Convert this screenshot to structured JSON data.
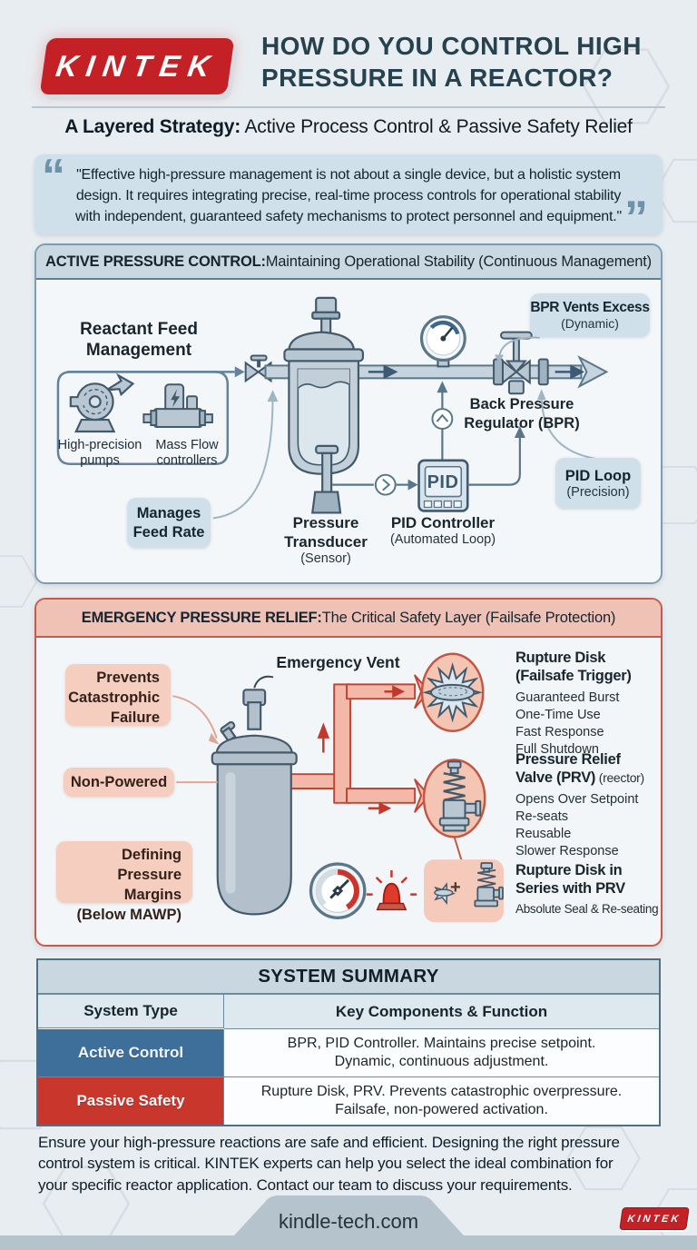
{
  "colors": {
    "brand_red": "#c42127",
    "heading": "#27424f",
    "chip_blue": "#cfe0ea",
    "chip_salmon": "#f6cec0",
    "active_row_blue": "#3e6f9b",
    "passive_row_red": "#c8362c",
    "active_panel_border": "#7e9cb2",
    "safety_panel_border": "#c75b4a"
  },
  "header": {
    "logo_text": "KINTEK",
    "title": "HOW DO YOU CONTROL HIGH\nPRESSURE IN A REACTOR?",
    "subtitle_bold": "A Layered Strategy:",
    "subtitle_rest": " Active Process Control & Passive Safety Relief"
  },
  "quote": {
    "open_mark": "“",
    "close_mark": "”",
    "text": "\"Effective high-pressure management is not about a single device, but a holistic system\ndesign. It requires integrating precise, real-time process controls for operational stability\nwith independent, guaranteed safety mechanisms to protect personnel and equipment.\""
  },
  "active": {
    "header_bold": "ACTIVE PRESSURE CONTROL:",
    "header_rest": " Maintaining Operational Stability (Continuous Management)",
    "reactant_feed": "Reactant Feed\nManagement",
    "pumps_label": "High-precision\npumps",
    "mfc_label": "Mass Flow\ncontrollers",
    "manages_chip": "Manages\nFeed Rate",
    "bpr_vents_chip_title": "BPR Vents Excess",
    "bpr_vents_chip_sub": "(Dynamic)",
    "back_pressure_label": "Back Pressure\nRegulator (BPR)",
    "pid_loop_chip_title": "PID Loop",
    "pid_loop_chip_sub": "(Precision)",
    "pid_screen": "PID",
    "transducer_title": "Pressure\nTransducer",
    "transducer_sub": "(Sensor)",
    "pid_controller_title": "PID Controller",
    "pid_controller_sub": "(Automated Loop)"
  },
  "safety": {
    "header_bold": "EMERGENCY PRESSURE RELIEF:",
    "header_rest": " The Critical Safety Layer (Failsafe Protection)",
    "prevents_chip": "Prevents\nCatastrophic\nFailure",
    "non_powered_chip": "Non-Powered",
    "margins_chip": "Defining Pressure\nMargins\n(Below MAWP)",
    "emergency_vent": "Emergency Vent",
    "rupture_title": "Rupture Disk\n(Failsafe Trigger)",
    "rupture_items": [
      "Guaranteed Burst",
      "One-Time Use",
      "Fast Response",
      "Full Shutdown"
    ],
    "prv_title_line1": "Pressure Relief",
    "prv_title_line2_bold": "Valve (PRV)",
    "prv_title_line2_note": " (reector)",
    "prv_items": [
      "Opens Over Setpoint",
      "Re-seats",
      "Reusable",
      "Slower Response"
    ],
    "series_plus": "+",
    "series_title": "Rupture Disk in\nSeries with PRV",
    "series_sub": "Absolute Seal & Re-seating"
  },
  "summary": {
    "title": "SYSTEM SUMMARY",
    "col_type": "System Type",
    "col_desc": "Key Components & Function",
    "rows": [
      {
        "type": "Active Control",
        "desc": "BPR, PID Controller. Maintains precise setpoint.\nDynamic, continuous adjustment."
      },
      {
        "type": "Passive Safety",
        "desc": "Rupture Disk, PRV. Prevents catastrophic overpressure.\nFailsafe, non-powered activation."
      }
    ]
  },
  "footer": {
    "cta": "Ensure your high-pressure reactions are safe and efficient. Designing the right pressure\ncontrol system is critical. KINTEK experts can help you select the ideal combination for\nyour specific reactor application. Contact our team to discuss your requirements.",
    "website": "kindle-tech.com",
    "logo_text": "KINTEK"
  }
}
